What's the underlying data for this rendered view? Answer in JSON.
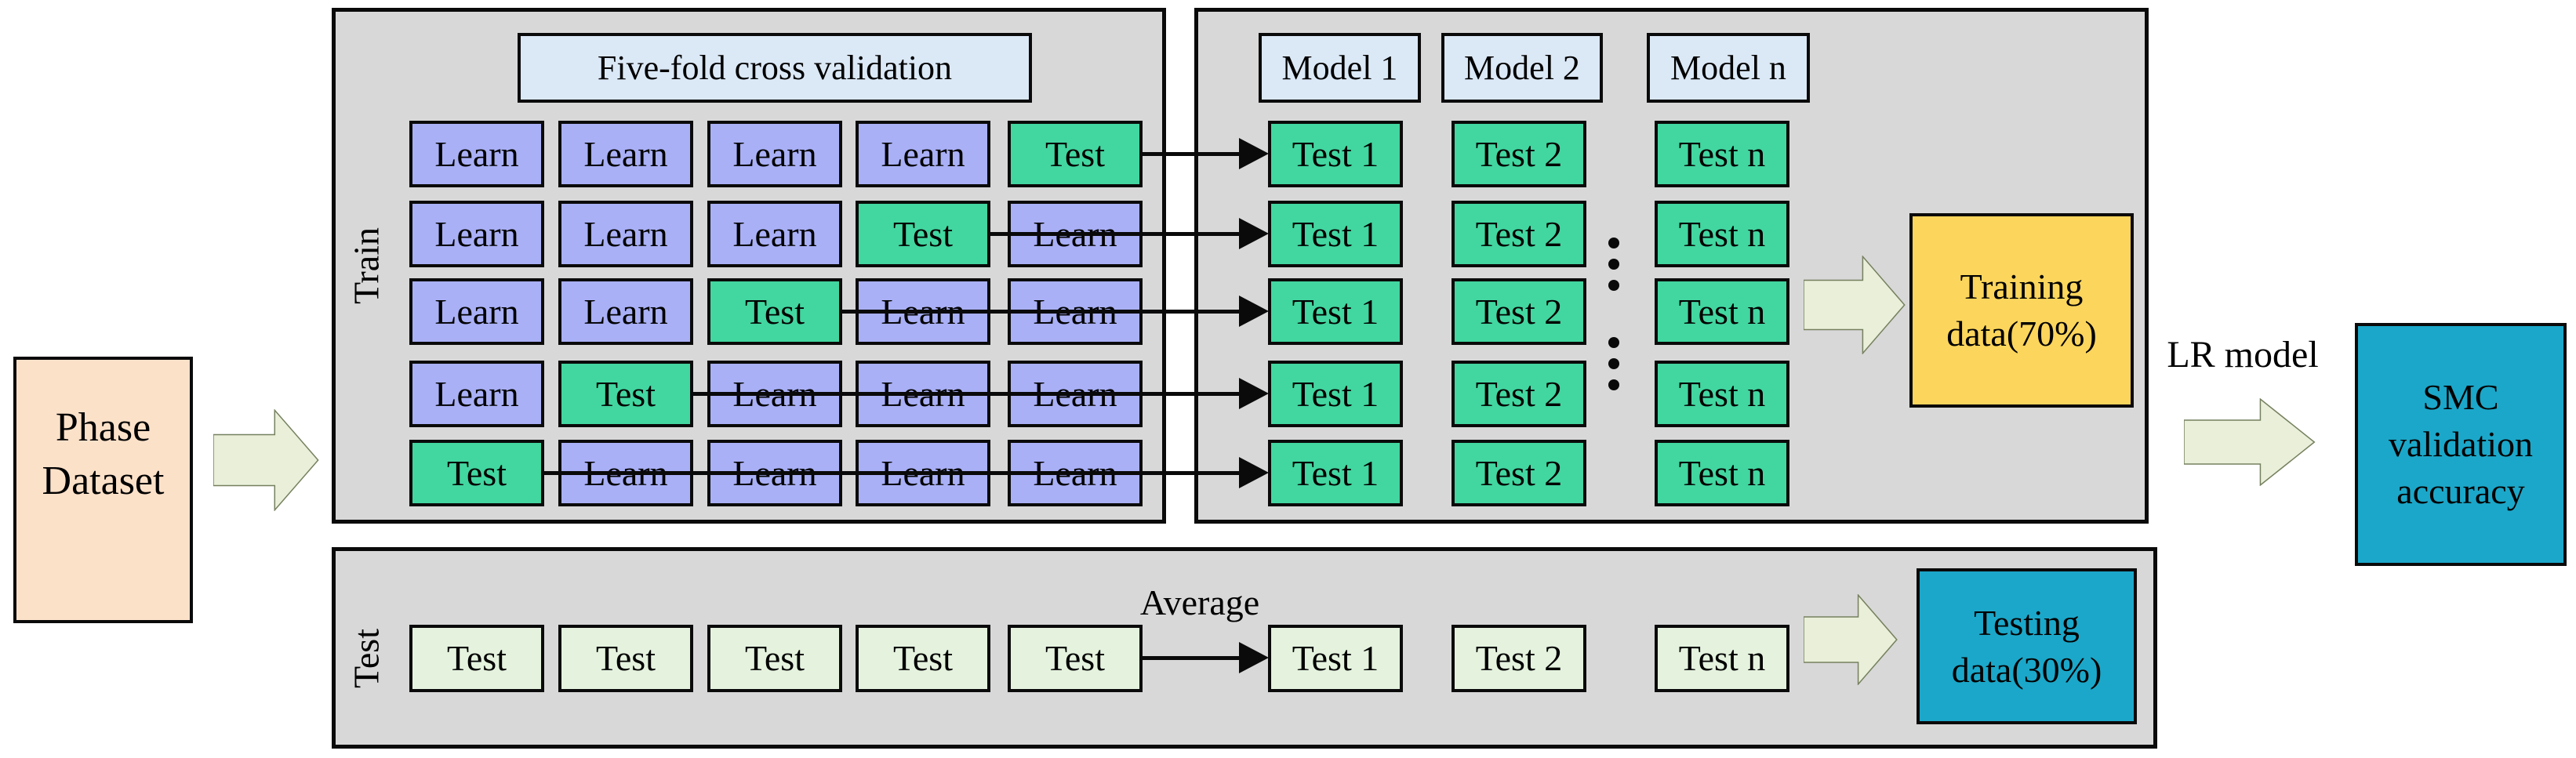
{
  "phase_box": {
    "line1": "Phase",
    "line2": "Dataset"
  },
  "train_panel": {
    "side_label": "Train",
    "header": "Five-fold cross validation",
    "rows": [
      [
        "Learn",
        "Learn",
        "Learn",
        "Learn",
        "Test"
      ],
      [
        "Learn",
        "Learn",
        "Learn",
        "Test",
        "Learn"
      ],
      [
        "Learn",
        "Learn",
        "Test",
        "Learn",
        "Learn"
      ],
      [
        "Learn",
        "Test",
        "Learn",
        "Learn",
        "Learn"
      ],
      [
        "Test",
        "Learn",
        "Learn",
        "Learn",
        "Learn"
      ]
    ]
  },
  "models_panel": {
    "headers": [
      "Model 1",
      "Model 2",
      "Model n"
    ],
    "rows": [
      [
        "Test 1",
        "Test 2",
        "Test n"
      ],
      [
        "Test 1",
        "Test 2",
        "Test n"
      ],
      [
        "Test 1",
        "Test 2",
        "Test n"
      ],
      [
        "Test 1",
        "Test 2",
        "Test n"
      ],
      [
        "Test 1",
        "Test 2",
        "Test n"
      ]
    ],
    "training_box": {
      "line1": "Training",
      "line2": "data(70%)"
    }
  },
  "lr_model_label": "LR model",
  "smc_box": {
    "line1": "SMC",
    "line2": "validation",
    "line3": "accuracy"
  },
  "test_panel": {
    "side_label": "Test",
    "fold_boxes": [
      "Test",
      "Test",
      "Test",
      "Test",
      "Test"
    ],
    "average_label": "Average",
    "model_boxes": [
      "Test 1",
      "Test 2",
      "Test n"
    ],
    "testing_box": {
      "line1": "Testing",
      "line2": "data(30%)"
    }
  },
  "icons": {
    "vertical_ellipsis": "⋮",
    "block_arrow_right": "→"
  },
  "colors": {
    "panel_gray": "#d8d8d8",
    "learn_blue": "#a9b0f6",
    "test_green": "#42d6a0",
    "header_blue": "#dbe8f6",
    "pale_green": "#e4f2de",
    "phase_peach": "#fce1c9",
    "training_yellow": "#fbd55c",
    "result_teal": "#1ba7c9",
    "block_arrow_fill": "#e9efd9",
    "block_arrow_stroke": "#75805f",
    "line_black": "#0a0a0a"
  }
}
